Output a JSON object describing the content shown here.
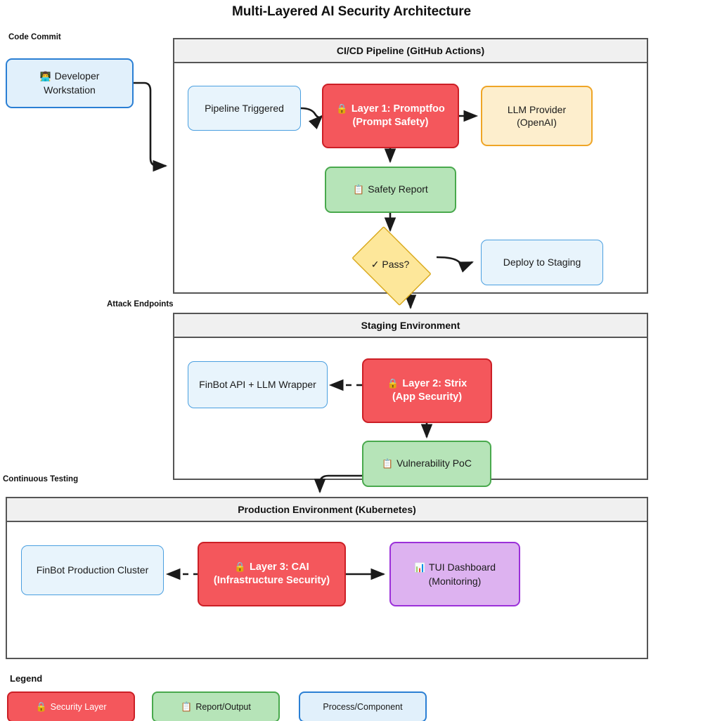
{
  "title": "Multi-Layered AI Security Architecture",
  "captions": {
    "code_commit": "Code Commit",
    "attack_endpoints": "Attack Endpoints",
    "continuous_testing": "Continuous Testing"
  },
  "groups": {
    "cicd": {
      "header": "CI/CD Pipeline (GitHub Actions)"
    },
    "staging": {
      "header": "Staging Environment"
    },
    "production": {
      "header": "Production Environment (Kubernetes)"
    }
  },
  "nodes": {
    "developer_workstation": {
      "icon": "person-at-computer-icon",
      "emoji": "👨‍💻",
      "line1": "Developer",
      "line2": "Workstation"
    },
    "pipeline_triggered": {
      "line1": "Pipeline Triggered"
    },
    "layer1": {
      "icon": "lock-icon",
      "emoji": "🔒",
      "line1": "Layer 1: Promptfoo",
      "line2": "(Prompt Safety)"
    },
    "llm_provider": {
      "line1": "LLM Provider",
      "line2": "(OpenAI)"
    },
    "safety_report": {
      "icon": "clipboard-icon",
      "emoji": "📋",
      "line1": "Safety Report"
    },
    "pass_decision": {
      "label": "✓ Pass?"
    },
    "deploy_staging": {
      "line1": "Deploy to Staging"
    },
    "finbot_api": {
      "line1": "FinBot API + LLM Wrapper"
    },
    "layer2": {
      "icon": "lock-icon",
      "emoji": "🔒",
      "line1": "Layer 2: Strix",
      "line2": "(App Security)"
    },
    "vulnerability_poc": {
      "icon": "clipboard-icon",
      "emoji": "📋",
      "line1": "Vulnerability PoC"
    },
    "finbot_production": {
      "line1": "FinBot Production Cluster"
    },
    "layer3": {
      "icon": "lock-icon",
      "emoji": "🔒",
      "line1": "Layer 3: CAI",
      "line2": "(Infrastructure Security)"
    },
    "tui_dashboard": {
      "icon": "bar-chart-icon",
      "emoji": "📊",
      "line1": "TUI Dashboard",
      "line2": "(Monitoring)"
    }
  },
  "legend": {
    "title": "Legend",
    "items": [
      {
        "key": "security",
        "icon": "lock-icon",
        "emoji": "🔒",
        "label": "Security Layer",
        "color": "#f4575c"
      },
      {
        "key": "report",
        "icon": "clipboard-icon",
        "emoji": "📋",
        "label": "Report/Output",
        "color": "#b6e4b8"
      },
      {
        "key": "process",
        "icon": "none",
        "emoji": "",
        "label": "Process/Component",
        "color": "#e1f0fb"
      }
    ]
  },
  "colors": {
    "security": "#f4575c",
    "security_border": "#cc1f26",
    "report": "#b6e4b8",
    "report_border": "#49a94d",
    "process": "#e1f0fb",
    "process_border": "#2a7fd4",
    "external": "#fdeecd",
    "external_border": "#efa526",
    "dashboard": "#ddb2f0",
    "dashboard_border": "#9b30d9",
    "decision": "#fde79a",
    "decision_border": "#d9a81a",
    "group_border": "#555555",
    "group_header": "#f0f0f0",
    "edge": "#1a1a1a"
  }
}
